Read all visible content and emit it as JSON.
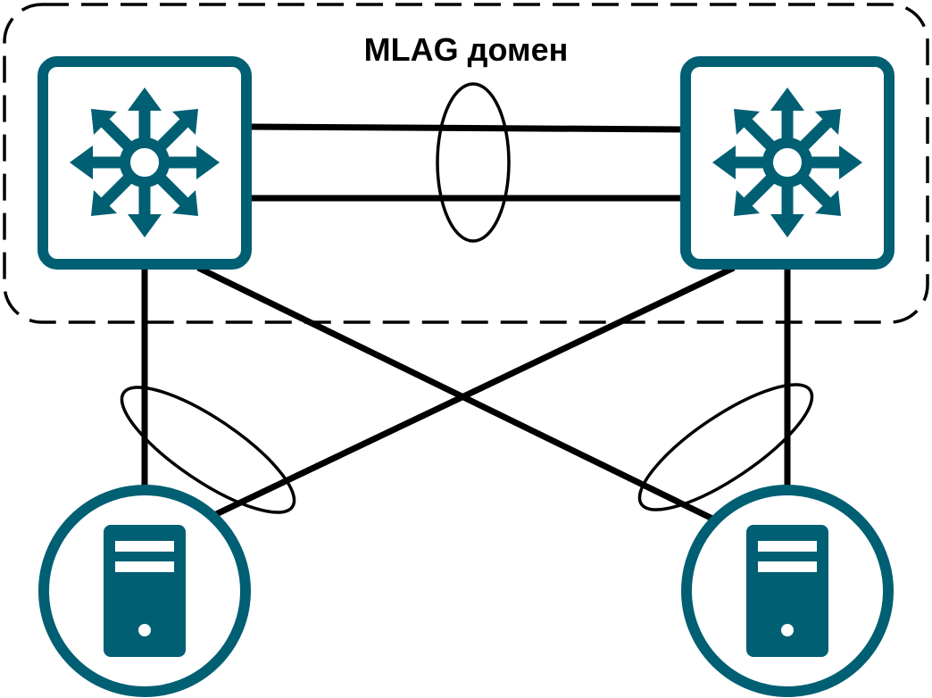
{
  "domain": {
    "label": "MLAG домен"
  },
  "colors": {
    "device": "#005F73",
    "link": "#000000",
    "background": "#FFFFFF"
  },
  "nodes": [
    {
      "id": "switch-left",
      "kind": "switch",
      "icon": "layer3-switch-icon"
    },
    {
      "id": "switch-right",
      "kind": "switch",
      "icon": "layer3-switch-icon"
    },
    {
      "id": "server-left",
      "kind": "server",
      "icon": "server-tower-icon"
    },
    {
      "id": "server-right",
      "kind": "server",
      "icon": "server-tower-icon"
    }
  ],
  "links": [
    {
      "from": "switch-left",
      "to": "switch-right",
      "role": "peer-link"
    },
    {
      "from": "switch-left",
      "to": "switch-right",
      "role": "peer-link"
    },
    {
      "from": "switch-left",
      "to": "server-left",
      "role": "downlink"
    },
    {
      "from": "switch-left",
      "to": "server-right",
      "role": "downlink"
    },
    {
      "from": "switch-right",
      "to": "server-left",
      "role": "downlink"
    },
    {
      "from": "switch-right",
      "to": "server-right",
      "role": "downlink"
    }
  ],
  "bundles": [
    {
      "name": "peer-link-bundle"
    },
    {
      "name": "server-left-bundle"
    },
    {
      "name": "server-right-bundle"
    }
  ]
}
